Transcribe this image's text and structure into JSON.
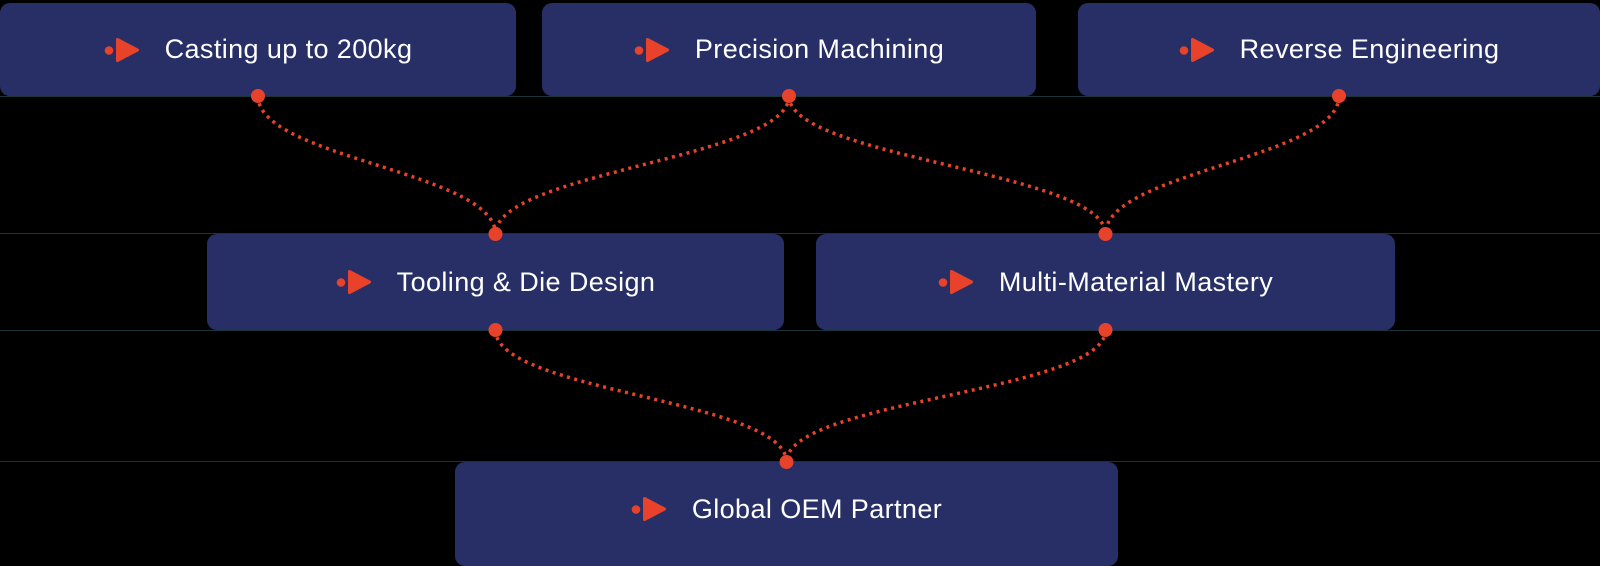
{
  "diagram": {
    "title": "Capabilities flow diagram",
    "nodes": [
      {
        "id": "casting",
        "label": "Casting up to 200kg"
      },
      {
        "id": "precision",
        "label": "Precision Machining"
      },
      {
        "id": "reverse",
        "label": "Reverse Engineering"
      },
      {
        "id": "tooling",
        "label": "Tooling & Die Design"
      },
      {
        "id": "multi",
        "label": "Multi-Material Mastery"
      },
      {
        "id": "global",
        "label": "Global OEM Partner"
      }
    ],
    "connections": [
      {
        "from": "casting",
        "to": "tooling"
      },
      {
        "from": "precision",
        "to": "tooling"
      },
      {
        "from": "precision",
        "to": "multi"
      },
      {
        "from": "reverse",
        "to": "multi"
      },
      {
        "from": "tooling",
        "to": "global"
      },
      {
        "from": "multi",
        "to": "global"
      }
    ],
    "icon": "arrow-play-icon",
    "colors": {
      "box_bg": "#272f66",
      "accent": "#e8432a",
      "text": "#ffffff",
      "edge_line": "#1c3d42",
      "background": "#000000"
    },
    "connector_style": "dotted"
  }
}
